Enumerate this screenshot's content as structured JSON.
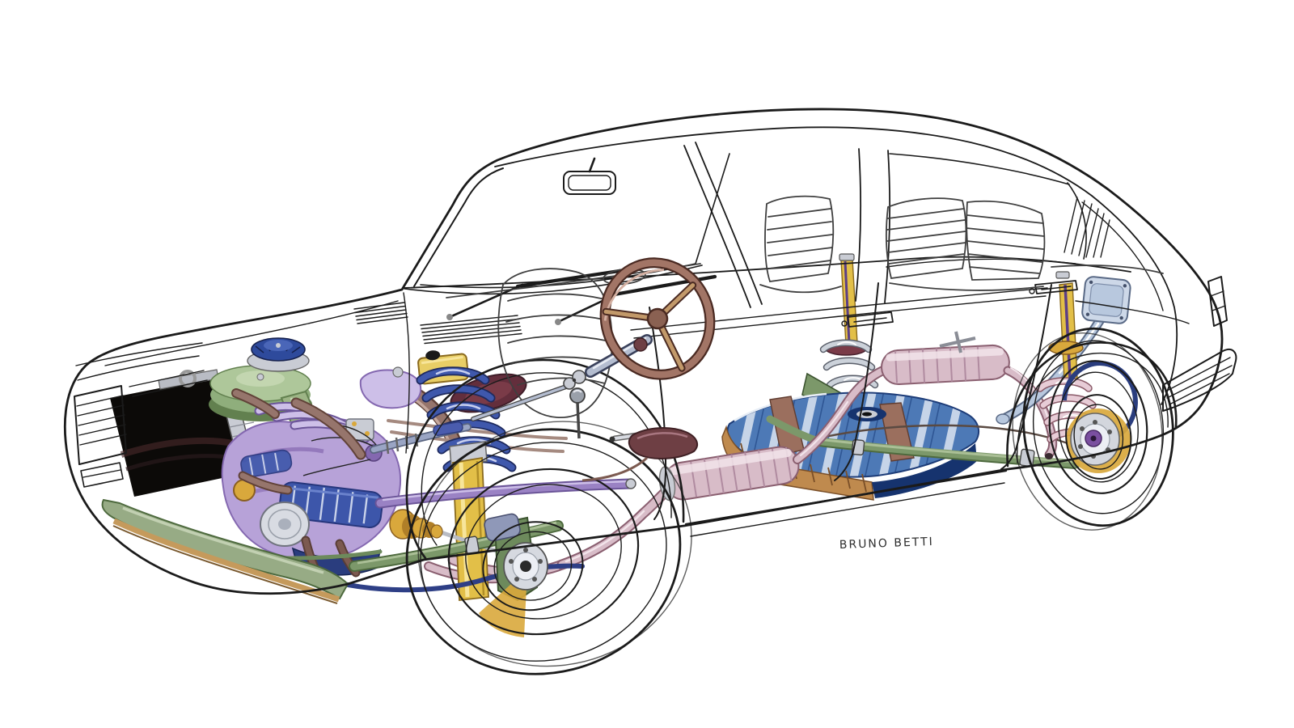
{
  "artwork": {
    "kind": "technical cutaway illustration",
    "subject": "Four-door hatchback car cutaway revealing engine, radiator, suspension, steering, exhaust and fuel tank",
    "signature": "BRUNO BETTI",
    "background": "#ffffff"
  },
  "palette": {
    "paper": "#ffffff",
    "line": "#1b1b1b",
    "seat_line": "#3f3f3f",
    "signature": "#2e2e2e",
    "radiator_black": "#0c0a08",
    "radiator_gloss": "#46282a",
    "silver": "#c9ccd4",
    "silver_hi": "#eceef4",
    "silver_dark": "#70747e",
    "green_light": "#aec79a",
    "green_mid": "#8fae7c",
    "green_dark": "#62804f",
    "bumper_green": "#97ab85",
    "bumper_green_dark": "#4e6a3e",
    "tan": "#c59a5c",
    "tan_dark": "#7a5a30",
    "lavender_light": "#cdbfe8",
    "lavender": "#b7a2d8",
    "lavender_dark": "#8468b0",
    "purple_deep": "#6b5598",
    "engine_blue": "#3d56aa",
    "engine_blue_dark": "#26367c",
    "engine_blue_rib": "#c9d2ea",
    "navy": "#2a3d7e",
    "gold": "#d9a83c",
    "gold_dark": "#8a5f20",
    "yellow": "#e2bf48",
    "yellow_hi": "#f7e59a",
    "yellow_dark": "#8a6a1e",
    "stripe_purple": "#5c3f86",
    "pink": "#d8bcc8",
    "pink_dark": "#8a5f70",
    "pink_mid": "#b08ba0",
    "pink_hi": "#f2e4ea",
    "brown": "#96756c",
    "brown_dark": "#614238",
    "brown_hi": "#c4a79c",
    "maroon": "#632e3c",
    "maroon_light": "#7a3b48",
    "handbrake_maroon": "#6e3f44",
    "wheel_brown": "#a27566",
    "wheel_brown_dark": "#4a2a22",
    "wheel_brown_hi": "#d4b0a2",
    "spoke_brass": "#c2996a",
    "tank_blue": "#4d79b6",
    "tank_stripe": "#c6d4e8",
    "tank_dark": "#16336e",
    "tank_line": "#1d3c78",
    "tank_tan": "#bf8a4e",
    "tank_tan_dark": "#7a4f28",
    "spring_blue": "#3f58ac",
    "spring_blue_dark": "#1e2a5e",
    "spring_blue_hi": "#c8d0f0",
    "steel_blue": "#b4bdd0",
    "steel_blue_dark": "#39405a",
    "filler_blue": "#b8c8de",
    "filler_blue_dark": "#5a6a86",
    "cap_blue": "#2e4a9c",
    "cap_blue_dark": "#16214e",
    "axle_green": "#7c986a",
    "axle_green_hi": "#aabf96",
    "knuckle_green": "#6d8a5c",
    "knuckle_dark": "#3c5430",
    "rollbar_blue": "#2e3f86",
    "rose_spring": "#e7ccd6",
    "rose_spring_dark": "#8a5a68",
    "slate_spring": "#ccd2da",
    "slate_spring_dark": "#5a5f6a"
  }
}
